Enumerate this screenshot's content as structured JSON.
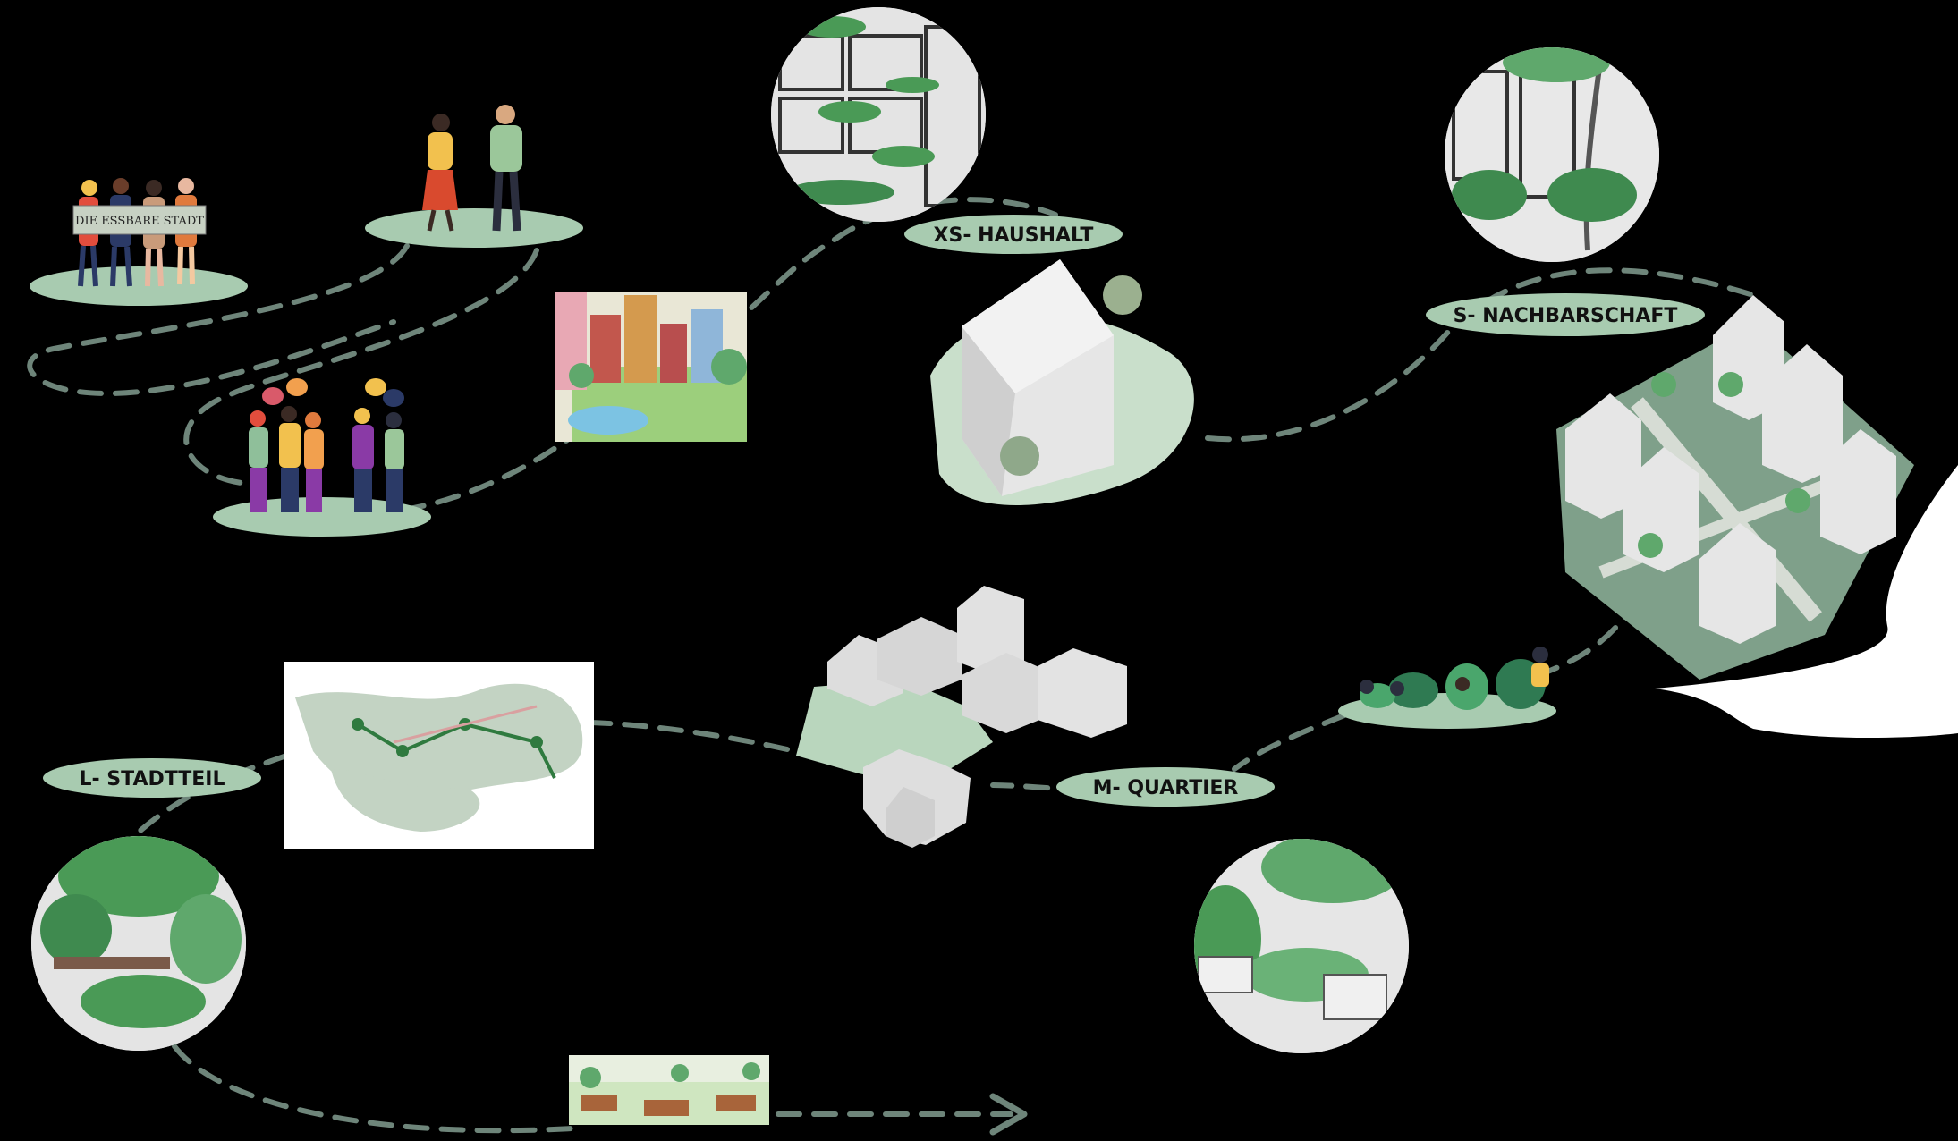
{
  "banner": {
    "text": "DIE ESSBARE STADT"
  },
  "labels": {
    "xs": "XS- HAUSHALT",
    "s": "S- NACHBARSCHAFT",
    "m": "M- QUARTIER",
    "l": "L- STADTTEIL"
  },
  "colors": {
    "background": "#000000",
    "pill": "#a8cbb0",
    "path": "#6e857a",
    "ground": "#c9dfcb",
    "building": "#d9d9d9",
    "green_dark": "#3f8a4f",
    "green_mid": "#5fa86c"
  }
}
